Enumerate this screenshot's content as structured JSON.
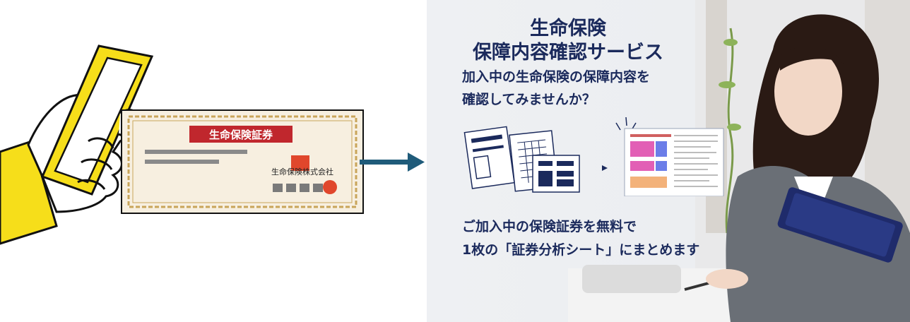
{
  "certificate": {
    "heading": "生命保険証券",
    "company": "生命保険株式会社"
  },
  "service": {
    "title_line1": "生命保険",
    "title_line2": "保障内容確認サービス",
    "subtitle_line1": "加入中の生命保険の保障内容を",
    "subtitle_line2": "確認してみませんか？",
    "bottom_line1": "ご加入中の保険証券を無料で",
    "bottom_line2": "1枚の「証券分析シート」にまとめます"
  },
  "colors": {
    "navy": "#1b2a5c",
    "arrow": "#1f5b7a",
    "yellow": "#f6de1a",
    "cert_red": "#c0272d",
    "gold_border": "#c9a55a"
  }
}
